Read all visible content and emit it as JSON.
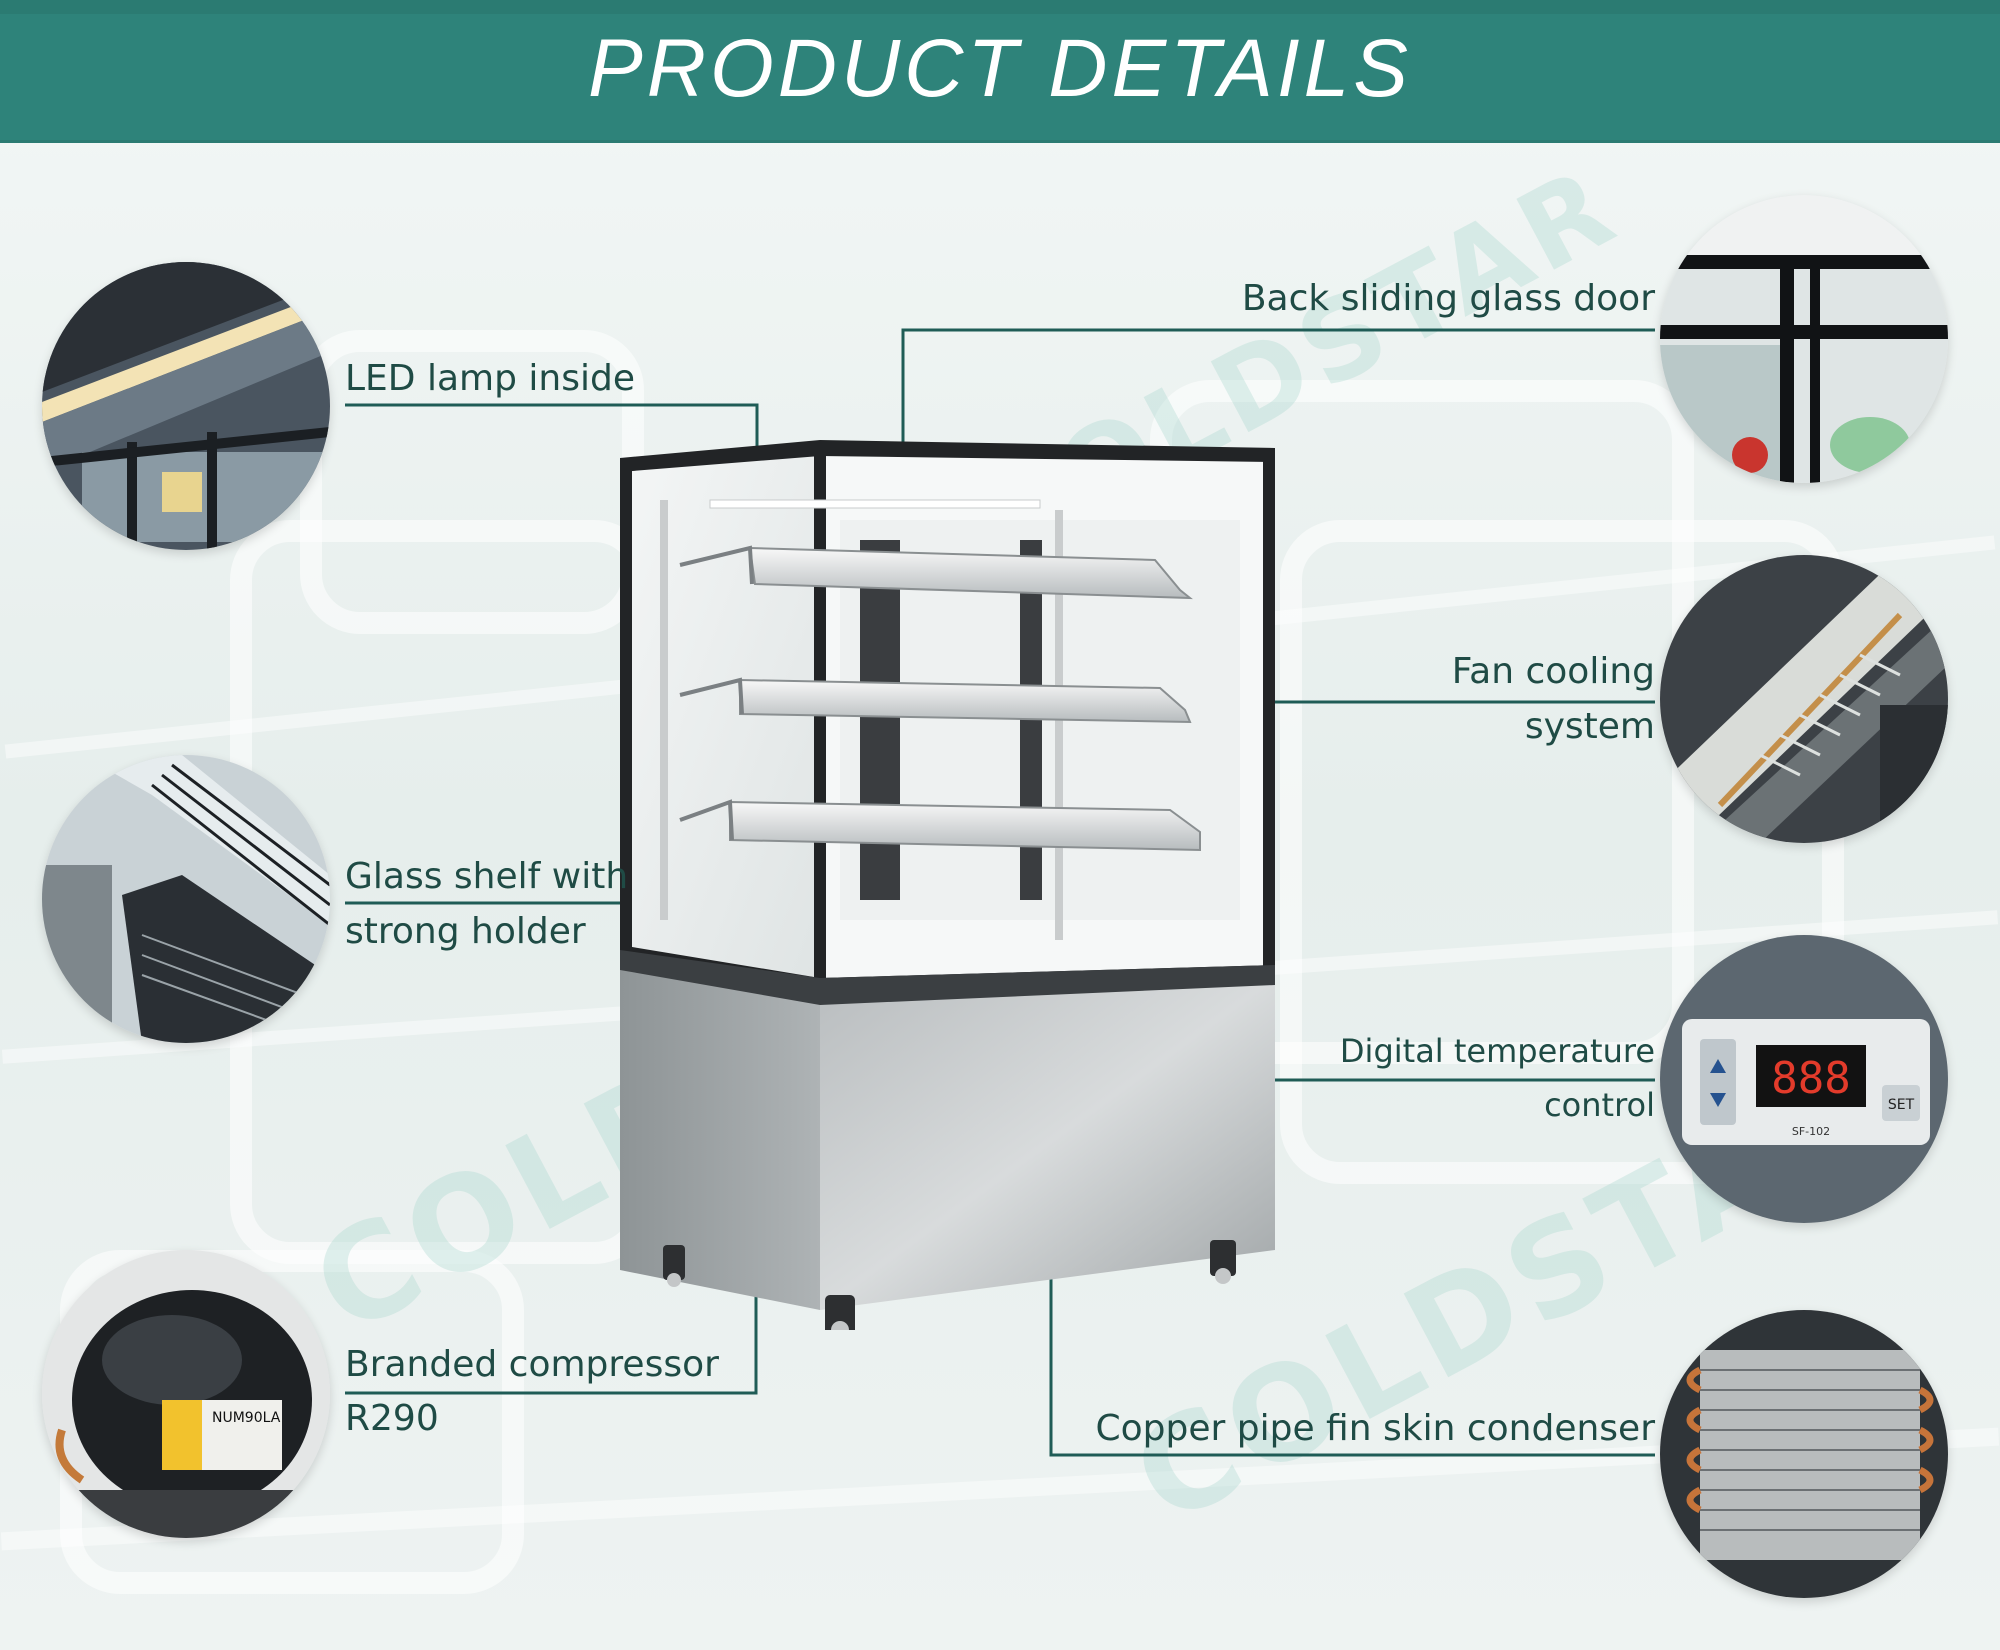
{
  "header": {
    "title": "PRODUCT DETAILS",
    "bg_color": "#2e837a"
  },
  "watermark": "COLDSTAR",
  "features": {
    "led_lamp": {
      "label": "LED lamp inside",
      "icon": "led-lamp-photo"
    },
    "glass_shelf": {
      "label_line1": "Glass shelf with",
      "label_line2": "strong holder",
      "icon": "shelf-holder-photo"
    },
    "compressor": {
      "label_line1": "Branded compressor",
      "label_line2": "R290",
      "icon": "compressor-photo",
      "badge_text": "NUM90LA"
    },
    "back_door": {
      "label": "Back sliding glass door",
      "icon": "sliding-door-photo"
    },
    "fan_cooling": {
      "label_line1": "Fan cooling",
      "label_line2": "system",
      "icon": "fan-cooling-photo"
    },
    "temperature": {
      "label_line1": "Digital temperature",
      "label_line2": "control",
      "icon": "thermostat-photo",
      "display": "888",
      "set_label": "SET",
      "model": "SF-102"
    },
    "condenser": {
      "label": "Copper pipe fin skin condenser",
      "icon": "condenser-photo"
    }
  },
  "colors": {
    "line": "#1f5c56",
    "label_text": "#1f4b45",
    "header": "#2e837a"
  }
}
